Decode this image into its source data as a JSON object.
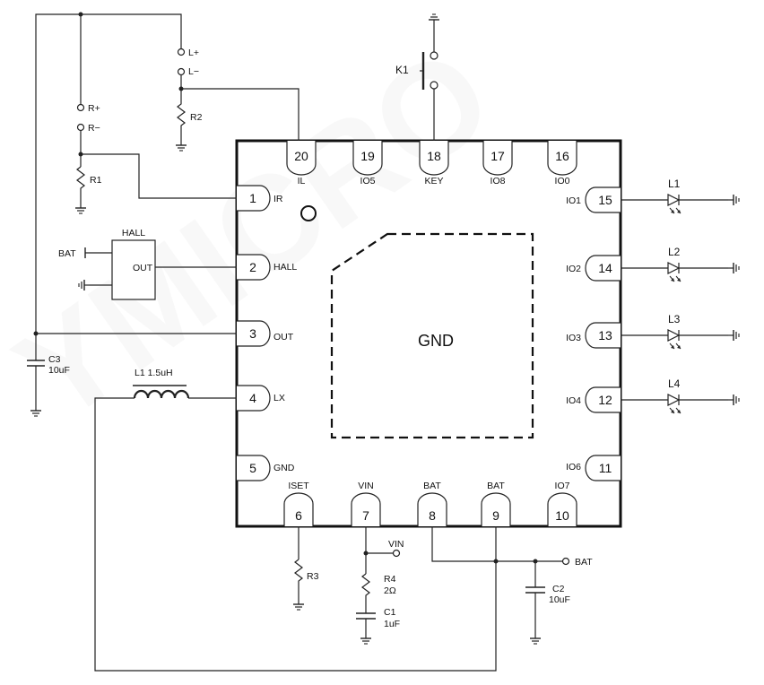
{
  "chip": {
    "center_label": "GND",
    "pins": {
      "p1": {
        "num": "1",
        "name": "IR"
      },
      "p2": {
        "num": "2",
        "name": "HALL"
      },
      "p3": {
        "num": "3",
        "name": "OUT"
      },
      "p4": {
        "num": "4",
        "name": "LX"
      },
      "p5": {
        "num": "5",
        "name": "GND"
      },
      "p6": {
        "num": "6",
        "name": "ISET"
      },
      "p7": {
        "num": "7",
        "name": "VIN"
      },
      "p8": {
        "num": "8",
        "name": "BAT"
      },
      "p9": {
        "num": "9",
        "name": "BAT"
      },
      "p10": {
        "num": "10",
        "name": "IO7"
      },
      "p11": {
        "num": "11",
        "name": "IO6"
      },
      "p12": {
        "num": "12",
        "name": "IO4"
      },
      "p13": {
        "num": "13",
        "name": "IO3"
      },
      "p14": {
        "num": "14",
        "name": "IO2"
      },
      "p15": {
        "num": "15",
        "name": "IO1"
      },
      "p16": {
        "num": "16",
        "name": "IO0"
      },
      "p17": {
        "num": "17",
        "name": "IO8"
      },
      "p18": {
        "num": "18",
        "name": "KEY"
      },
      "p19": {
        "num": "19",
        "name": "IO5"
      },
      "p20": {
        "num": "20",
        "name": "IL"
      }
    }
  },
  "parts": {
    "l_plus": "L+",
    "l_minus": "L−",
    "r_plus": "R+",
    "r_minus": "R−",
    "r1": "R1",
    "r2": "R2",
    "r3": "R3",
    "r4": "R4",
    "r4_value": "2Ω",
    "c1": "C1",
    "c1_value": "1uF",
    "c2": "C2",
    "c2_value": "10uF",
    "c3": "C3",
    "c3_value": "10uF",
    "inductor": "L1  1.5uH",
    "k1": "K1",
    "hall_title": "HALL",
    "hall_out": "OUT",
    "hall_bat": "BAT",
    "vin_net": "VIN",
    "bat_net": "BAT",
    "led1": "L1",
    "led2": "L2",
    "led3": "L3",
    "led4": "L4"
  }
}
